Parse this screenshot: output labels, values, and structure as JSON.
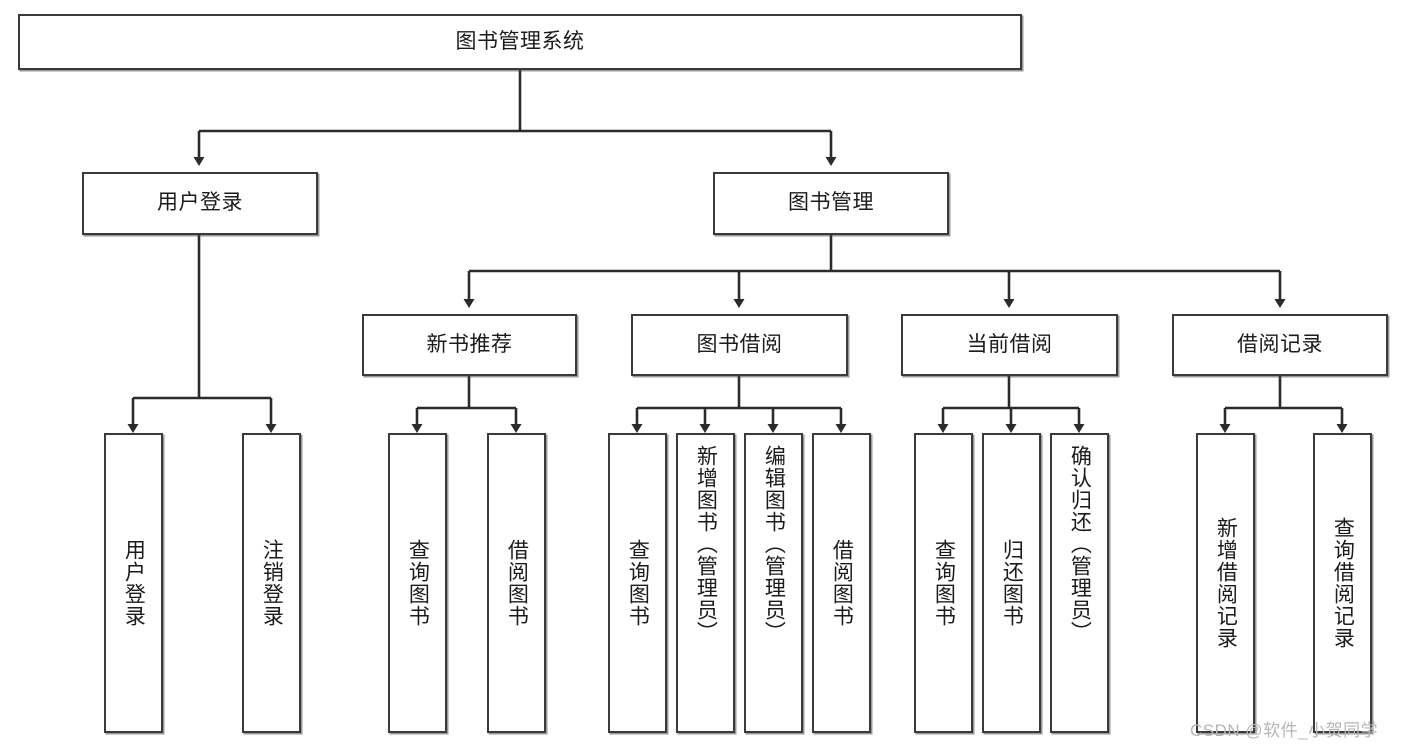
{
  "diagram": {
    "type": "hierarchy-tree",
    "title": "图书管理系统",
    "watermark": "CSDN @软件_小贺同学",
    "colors": {
      "box_border": "#3a3a3a",
      "box_fill": "#ffffff",
      "edge": "#2b2b2b",
      "text": "#1b1b1b",
      "watermark": "#b6b6b6"
    },
    "nodes": {
      "root": {
        "label": "图书管理系统",
        "level": 1
      },
      "l2": [
        {
          "id": "user_login",
          "label": "用户登录",
          "level": 2
        },
        {
          "id": "book_mgmt",
          "label": "图书管理",
          "level": 2
        }
      ],
      "l3": [
        {
          "id": "new_book_rec",
          "label": "新书推荐",
          "level": 3,
          "parent": "book_mgmt"
        },
        {
          "id": "book_borrow",
          "label": "图书借阅",
          "level": 3,
          "parent": "book_mgmt"
        },
        {
          "id": "current_borrow",
          "label": "当前借阅",
          "level": 3,
          "parent": "book_mgmt"
        },
        {
          "id": "borrow_record",
          "label": "借阅记录",
          "level": 3,
          "parent": "book_mgmt"
        }
      ],
      "leaves": [
        {
          "id": "leaf_user_login",
          "label": "用户登录",
          "parent": "user_login"
        },
        {
          "id": "leaf_logout",
          "label": "注销登录",
          "parent": "user_login"
        },
        {
          "id": "leaf_query_book_a",
          "label": "查询图书",
          "parent": "new_book_rec"
        },
        {
          "id": "leaf_borrow_book_a",
          "label": "借阅图书",
          "parent": "new_book_rec"
        },
        {
          "id": "leaf_query_book_b",
          "label": "查询图书",
          "parent": "book_borrow"
        },
        {
          "id": "leaf_add_book",
          "label": "新增图书（管理员）",
          "parent": "book_borrow"
        },
        {
          "id": "leaf_edit_book",
          "label": "编辑图书（管理员）",
          "parent": "book_borrow"
        },
        {
          "id": "leaf_borrow_book_b",
          "label": "借阅图书",
          "parent": "book_borrow"
        },
        {
          "id": "leaf_query_book_c",
          "label": "查询图书",
          "parent": "current_borrow"
        },
        {
          "id": "leaf_return_book",
          "label": "归还图书",
          "parent": "current_borrow"
        },
        {
          "id": "leaf_confirm_return",
          "label": "确认归还（管理员）",
          "parent": "current_borrow"
        },
        {
          "id": "leaf_add_record",
          "label": "新增借阅记录",
          "parent": "borrow_record"
        },
        {
          "id": "leaf_query_record",
          "label": "查询借阅记录",
          "parent": "borrow_record"
        }
      ]
    }
  }
}
